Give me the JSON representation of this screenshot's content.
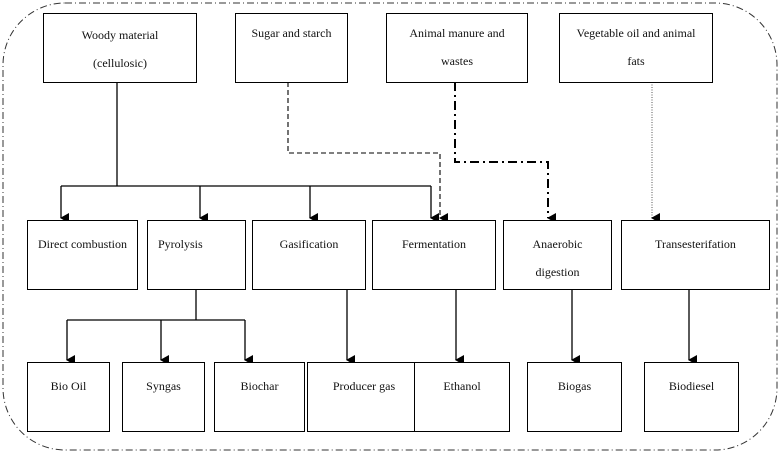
{
  "diagram": {
    "type": "flowchart",
    "description": "Biomass feedstocks, conversion processes and products",
    "sources": [
      {
        "id": "woody",
        "line1": "Woody material",
        "line2": "(cellulosic)"
      },
      {
        "id": "sugar",
        "line1": "Sugar  and starch",
        "line2": ""
      },
      {
        "id": "animal",
        "line1": "Animal manure and",
        "line2": "wastes"
      },
      {
        "id": "vegetable",
        "line1": "Vegetable  oil and animal",
        "line2": "fats"
      }
    ],
    "processes": [
      {
        "id": "direct",
        "line1": "Direct combustion",
        "line2": ""
      },
      {
        "id": "pyrolysis",
        "line1": "Pyrolysis",
        "line2": ""
      },
      {
        "id": "gasification",
        "line1": "Gasification",
        "line2": ""
      },
      {
        "id": "fermentation",
        "line1": "Fermentation",
        "line2": ""
      },
      {
        "id": "anaerobic",
        "line1": "Anaerobic",
        "line2": "digestion"
      },
      {
        "id": "transesterification",
        "line1": "Transesterifation",
        "line2": ""
      }
    ],
    "products": [
      {
        "id": "biooil",
        "label": "Bio Oil"
      },
      {
        "id": "syngas",
        "label": "Syngas"
      },
      {
        "id": "biochar",
        "label": "Biochar"
      },
      {
        "id": "producergas",
        "label": "Producer gas"
      },
      {
        "id": "ethanol",
        "label": "Ethanol"
      },
      {
        "id": "biogas",
        "label": "Biogas"
      },
      {
        "id": "biodiesel",
        "label": "Biodiesel"
      }
    ],
    "edges": [
      {
        "from": "woody",
        "to": "direct",
        "style": "solid"
      },
      {
        "from": "woody",
        "to": "pyrolysis",
        "style": "solid"
      },
      {
        "from": "woody",
        "to": "gasification",
        "style": "solid"
      },
      {
        "from": "woody",
        "to": "fermentation",
        "style": "solid"
      },
      {
        "from": "sugar",
        "to": "fermentation",
        "style": "dashed"
      },
      {
        "from": "animal",
        "to": "anaerobic",
        "style": "dash-dot"
      },
      {
        "from": "vegetable",
        "to": "transesterification",
        "style": "dotted"
      },
      {
        "from": "pyrolysis",
        "to": "biooil",
        "style": "solid"
      },
      {
        "from": "pyrolysis",
        "to": "syngas",
        "style": "solid"
      },
      {
        "from": "pyrolysis",
        "to": "biochar",
        "style": "solid"
      },
      {
        "from": "gasification",
        "to": "producergas",
        "style": "solid"
      },
      {
        "from": "fermentation",
        "to": "ethanol",
        "style": "solid"
      },
      {
        "from": "anaerobic",
        "to": "biogas",
        "style": "solid"
      },
      {
        "from": "transesterification",
        "to": "biodiesel",
        "style": "solid"
      }
    ],
    "border_style": "dash-dot rounded"
  }
}
